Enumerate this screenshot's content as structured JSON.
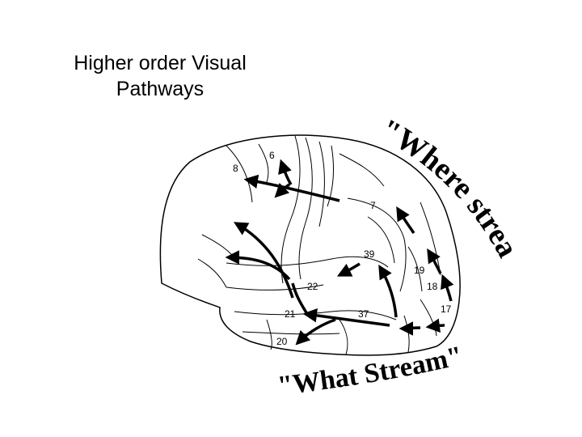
{
  "title_line1": "Higher order Visual",
  "title_line2": "Pathways",
  "where_stream_label": "\"Where stream\"",
  "what_stream_label": "\"What Stream\"",
  "area_labels": [
    "8",
    "6",
    "7",
    "39",
    "19",
    "22",
    "18",
    "21",
    "37",
    "17",
    "20"
  ]
}
